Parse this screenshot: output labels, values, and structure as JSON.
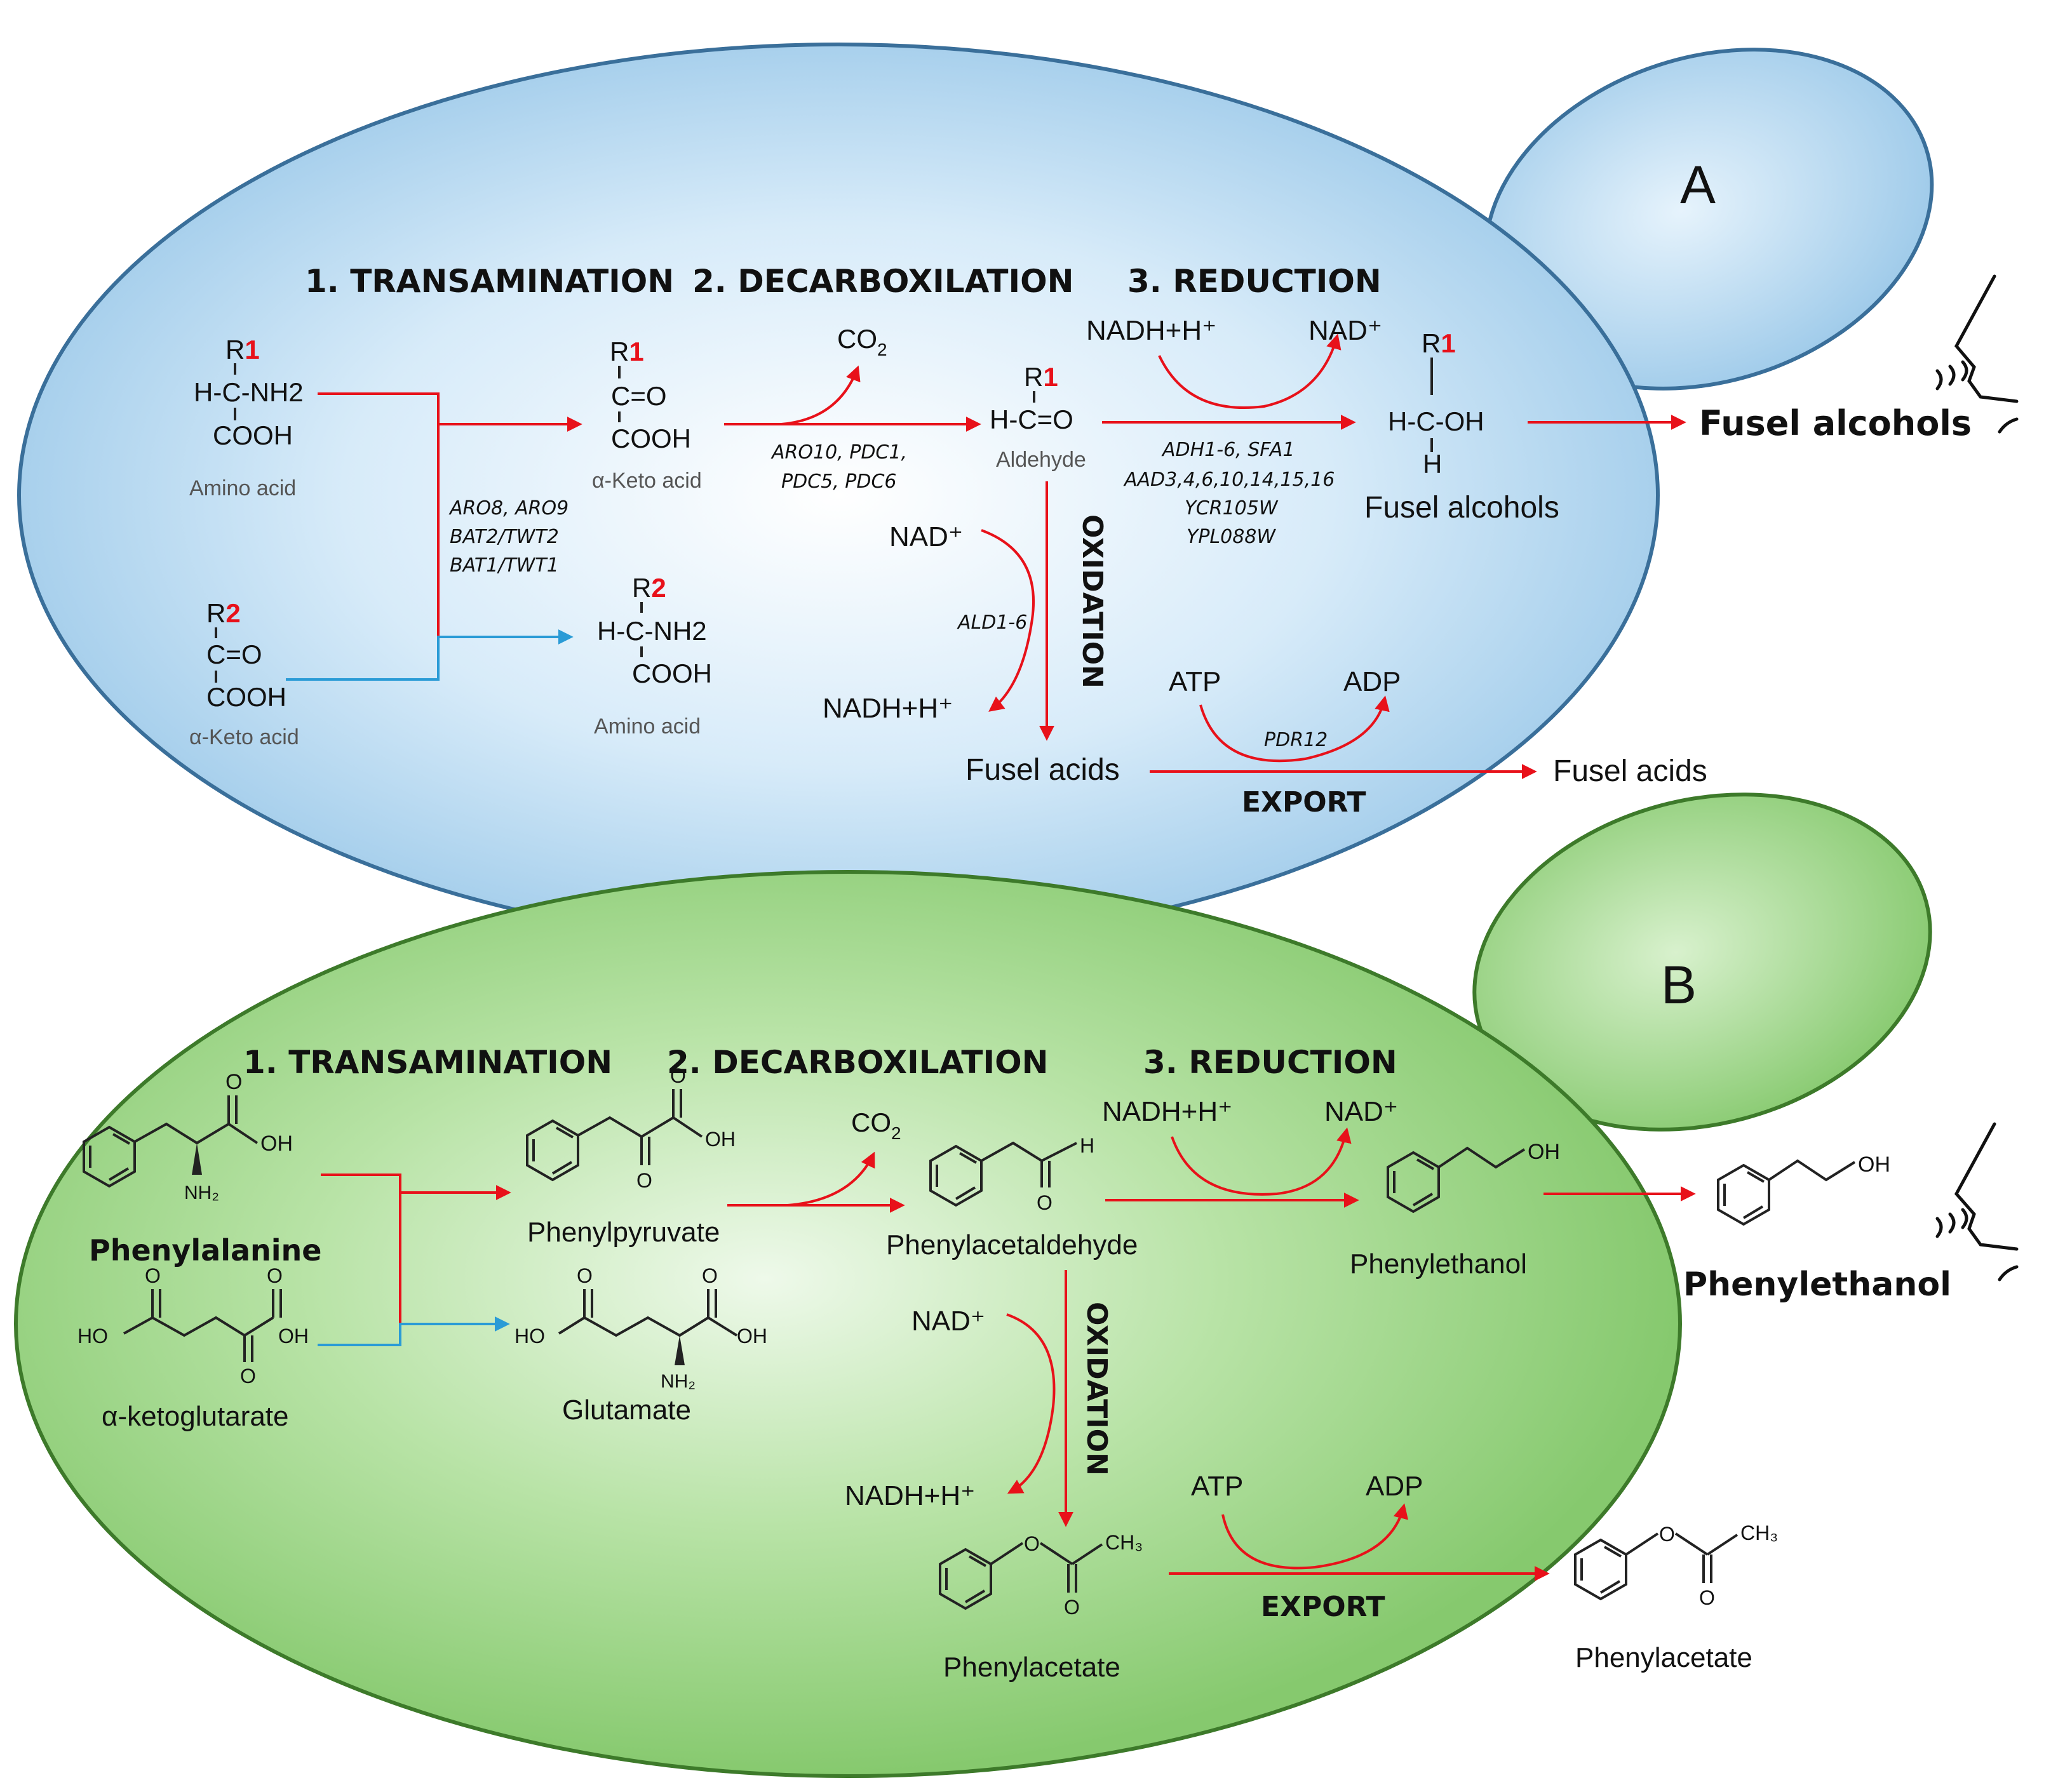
{
  "colors": {
    "cell_a": "#bcdcf2",
    "cell_b": "#9fd88a",
    "arrow_red": "#e8111a",
    "arrow_blue": "#2a9bd6"
  },
  "panel_a": {
    "label": "A",
    "steps": {
      "transamination": "1. TRANSAMINATION",
      "decarboxylation": "2. DECARBOXILATION",
      "reduction": "3. REDUCTION"
    },
    "amino_acid_1": {
      "r": "R",
      "r_num": "1",
      "line1": "H-C-NH2",
      "line2": "COOH",
      "name": "Amino acid"
    },
    "keto_acid_2": {
      "r": "R",
      "r_num": "2",
      "line1": "C=O",
      "line2": "COOH",
      "name": "α-Keto acid"
    },
    "keto_acid_1": {
      "r": "R",
      "r_num": "1",
      "line1": "C=O",
      "line2": "COOH",
      "name": "α-Keto acid"
    },
    "amino_acid_2": {
      "r": "R",
      "r_num": "2",
      "line1": "H-C-NH2",
      "line2": "COOH",
      "name": "Amino acid"
    },
    "transamination_genes": [
      "ARO8, ARO9",
      "BAT2/TWT2",
      "BAT1/TWT1"
    ],
    "co2": {
      "text": "CO",
      "sub": "2"
    },
    "decarboxylation_genes": [
      "ARO10, PDC1,",
      "PDC5, PDC6"
    ],
    "aldehyde": {
      "r": "R",
      "r_num": "1",
      "line1": "H-C=O",
      "name": "Aldehyde"
    },
    "reduction_cofactor_in": "NADH+H⁺",
    "reduction_cofactor_out": "NAD⁺",
    "reduction_genes": [
      "ADH1-6, SFA1",
      "AAD3,4,6,10,14,15,16",
      "YCR105W",
      "YPL088W"
    ],
    "fusel_alcohol_struct": {
      "r": "R",
      "r_num": "1",
      "line1": "H-C-OH",
      "line2": "H",
      "name": "Fusel alcohols"
    },
    "fusel_alcohols_out": "Fusel alcohols",
    "oxidation_label": "OXIDATION",
    "oxidation_cofactor_in": "NAD⁺",
    "oxidation_gene": "ALD1-6",
    "oxidation_cofactor_out": "NADH+H⁺",
    "fusel_acids": "Fusel acids",
    "atp": "ATP",
    "adp": "ADP",
    "export_gene": "PDR12",
    "export_label": "EXPORT",
    "fusel_acids_out": "Fusel acids"
  },
  "panel_b": {
    "label": "B",
    "steps": {
      "transamination": "1. TRANSAMINATION",
      "decarboxylation": "2. DECARBOXILATION",
      "reduction": "3. REDUCTION"
    },
    "phenylalanine": {
      "name": "Phenylalanine",
      "oh": "OH",
      "o": "O",
      "nh2": "NH₂"
    },
    "ketoglutarate": {
      "name": "α-ketoglutarate",
      "ho": "HO",
      "oh": "OH",
      "o": "O"
    },
    "phenylpyruvate": {
      "name": "Phenylpyruvate",
      "oh": "OH",
      "o": "O"
    },
    "glutamate": {
      "name": "Glutamate",
      "ho": "HO",
      "oh": "OH",
      "o": "O",
      "nh2": "NH₂"
    },
    "co2": {
      "text": "CO",
      "sub": "2"
    },
    "phenylacetaldehyde": {
      "name": "Phenylacetaldehyde",
      "h": "H",
      "o": "O"
    },
    "reduction_cofactor_in": "NADH+H⁺",
    "reduction_cofactor_out": "NAD⁺",
    "phenylethanol": {
      "name": "Phenylethanol",
      "oh": "OH"
    },
    "phenylethanol_out": {
      "name": "Phenylethanol",
      "oh": "OH"
    },
    "oxidation_label": "OXIDATION",
    "oxidation_cofactor_in": "NAD⁺",
    "oxidation_cofactor_out": "NADH+H⁺",
    "phenylacetate": {
      "name": "Phenylacetate",
      "o": "O",
      "ch3": "CH₃"
    },
    "atp": "ATP",
    "adp": "ADP",
    "export_label": "EXPORT",
    "phenylacetate_out": {
      "name": "Phenylacetate",
      "o": "O",
      "ch3": "CH₃"
    }
  }
}
